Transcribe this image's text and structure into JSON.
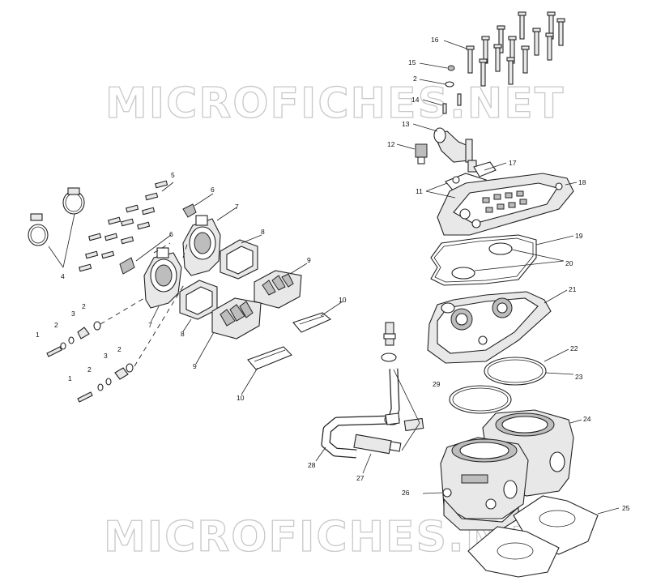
{
  "watermark": {
    "text_top": "MICROFICHES.NET",
    "text_bottom": "MICROFICHES.NET"
  },
  "callouts": {
    "c1a": "1",
    "c1b": "1",
    "c2a": "2",
    "c2b": "2",
    "c2c": "2",
    "c2d": "2",
    "c2e": "2",
    "c3a": "3",
    "c3b": "3",
    "c4": "4",
    "c5": "5",
    "c6a": "6",
    "c6b": "6",
    "c7a": "7",
    "c7b": "7",
    "c8a": "8",
    "c8b": "8",
    "c9a": "9",
    "c9b": "9",
    "c10a": "10",
    "c10b": "10",
    "c11": "11",
    "c12": "12",
    "c13": "13",
    "c14": "14",
    "c15": "15",
    "c16": "16",
    "c17": "17",
    "c18": "18",
    "c19": "19",
    "c20": "20",
    "c21": "21",
    "c22": "22",
    "c23": "23",
    "c24": "24",
    "c25": "25",
    "c26": "26",
    "c27": "27",
    "c28": "28",
    "c29": "29"
  }
}
